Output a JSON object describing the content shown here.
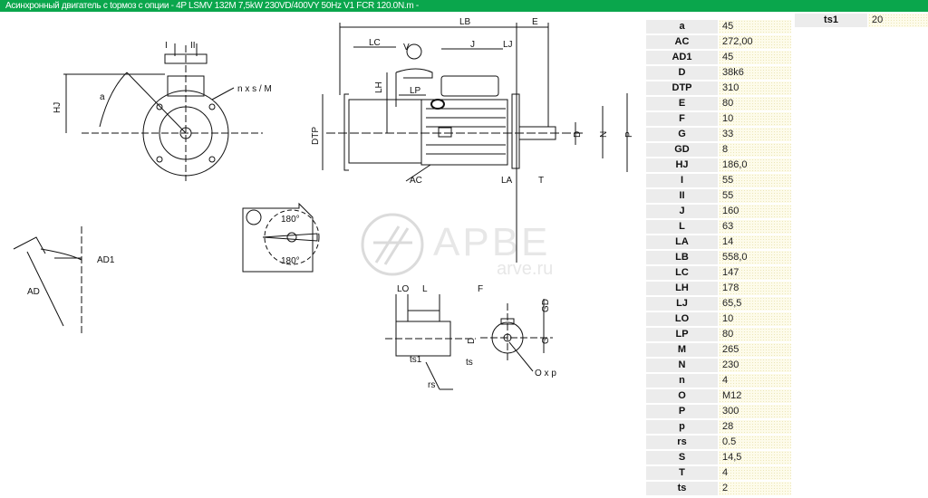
{
  "title": "Асинхронный двигатель с tормоз с опции - 4P LSMV 132M 7,5kW  230VD/400VY 50Hz V1  FCR 120.0N.m  -",
  "watermark": {
    "logo_text": "АРВЕ",
    "site": "arve.ru"
  },
  "parameters": [
    {
      "name": "a",
      "value": "45"
    },
    {
      "name": "AC",
      "value": "272,00"
    },
    {
      "name": "AD1",
      "value": "45"
    },
    {
      "name": "D",
      "value": "38k6"
    },
    {
      "name": "DTP",
      "value": "310"
    },
    {
      "name": "E",
      "value": "80"
    },
    {
      "name": "F",
      "value": "10"
    },
    {
      "name": "G",
      "value": "33"
    },
    {
      "name": "GD",
      "value": "8"
    },
    {
      "name": "HJ",
      "value": "186,0"
    },
    {
      "name": "I",
      "value": "55"
    },
    {
      "name": "II",
      "value": "55"
    },
    {
      "name": "J",
      "value": "160"
    },
    {
      "name": "L",
      "value": "63"
    },
    {
      "name": "LA",
      "value": "14"
    },
    {
      "name": "LB",
      "value": "558,0"
    },
    {
      "name": "LC",
      "value": "147"
    },
    {
      "name": "LH",
      "value": "178"
    },
    {
      "name": "LJ",
      "value": "65,5"
    },
    {
      "name": "LO",
      "value": "10"
    },
    {
      "name": "LP",
      "value": "80"
    },
    {
      "name": "M",
      "value": "265"
    },
    {
      "name": "N",
      "value": "230"
    },
    {
      "name": "n",
      "value": "4"
    },
    {
      "name": "O",
      "value": "M12"
    },
    {
      "name": "P",
      "value": "300"
    },
    {
      "name": "p",
      "value": "28"
    },
    {
      "name": "rs",
      "value": "0.5"
    },
    {
      "name": "S",
      "value": "14,5"
    },
    {
      "name": "T",
      "value": "4"
    },
    {
      "name": "ts",
      "value": "2"
    }
  ],
  "extra_parameter": {
    "name": "ts1",
    "value": "20"
  },
  "drawing_labels": {
    "I": "I",
    "II": "II",
    "HJ": "HJ",
    "a": "a",
    "nxsM": "n x s / M",
    "LB": "LB",
    "E": "E",
    "LC": "LC",
    "J": "J",
    "LJ": "LJ",
    "V": "V",
    "LH": "LH",
    "LP": "LP",
    "DTP": "DTP",
    "D": "D",
    "N": "N",
    "P": "P",
    "AC": "AC",
    "LA": "LA",
    "T": "T",
    "deg1": "180°",
    "deg2": "180°",
    "AD1": "AD1",
    "AD": "AD",
    "LO": "LO",
    "L": "L",
    "F": "F",
    "GD": "GD",
    "G": "G",
    "Dk": "D",
    "ts1": "ts1",
    "ts": "ts",
    "rs": "rs",
    "Oxp": "O x p"
  }
}
